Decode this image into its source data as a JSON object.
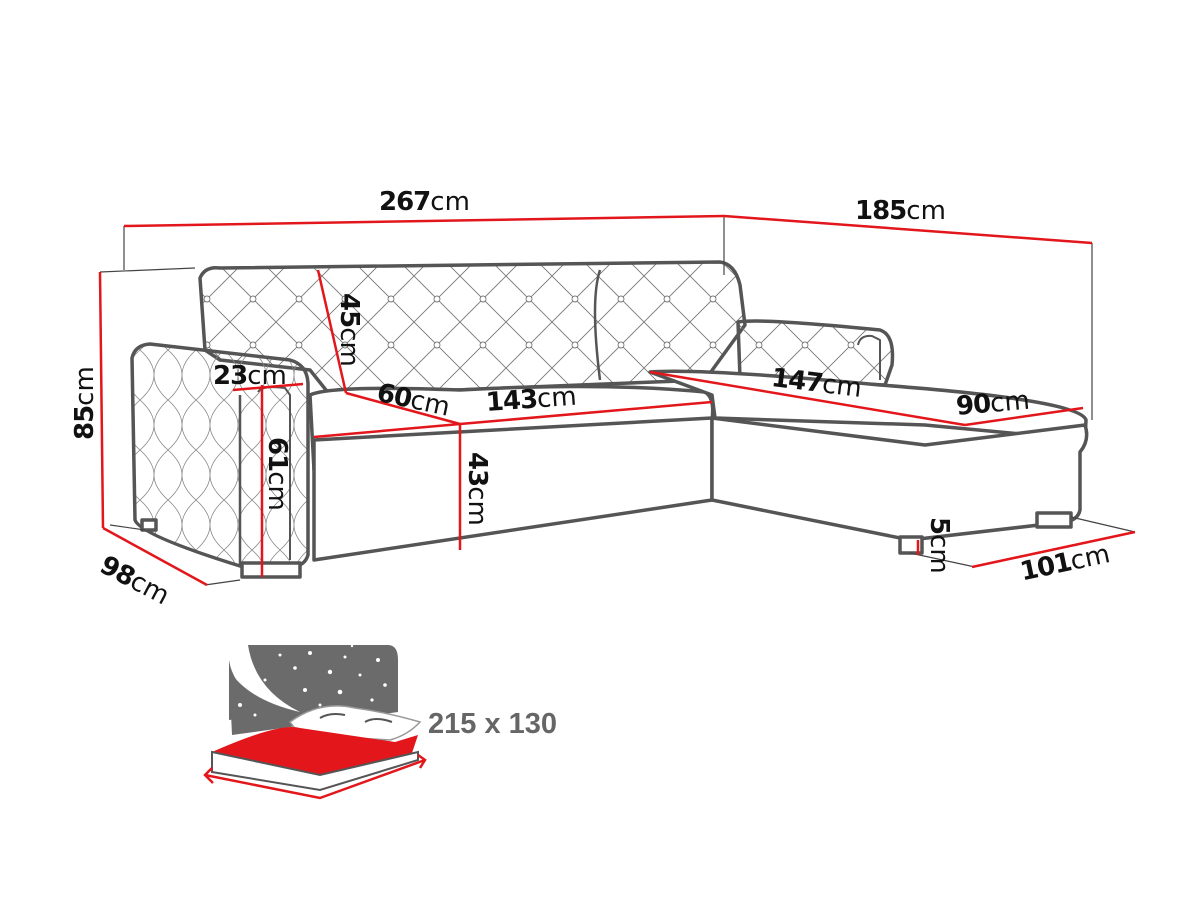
{
  "diagram": {
    "subject": "corner sofa dimensions",
    "unit": "cm",
    "colors": {
      "dimension_line": "#e2161b",
      "outline": "#555555",
      "text": "#111111",
      "bed_icon_gray": "#6b6b6b",
      "bed_label": "#666666"
    },
    "dimensions": {
      "total_width": {
        "value": "267",
        "unit": "cm"
      },
      "chaise_length": {
        "value": "185",
        "unit": "cm"
      },
      "height": {
        "value": "85",
        "unit": "cm"
      },
      "depth": {
        "value": "98",
        "unit": "cm"
      },
      "backrest_height": {
        "value": "45",
        "unit": "cm"
      },
      "armrest_width": {
        "value": "23",
        "unit": "cm"
      },
      "armrest_height": {
        "value": "61",
        "unit": "cm"
      },
      "seat_depth": {
        "value": "60",
        "unit": "cm"
      },
      "seat_width": {
        "value": "143",
        "unit": "cm"
      },
      "seat_height": {
        "value": "43",
        "unit": "cm"
      },
      "chaise_seat_length": {
        "value": "147",
        "unit": "cm"
      },
      "chaise_seat_width": {
        "value": "90",
        "unit": "cm"
      },
      "leg_height": {
        "value": "5",
        "unit": "cm"
      },
      "chaise_width": {
        "value": "101",
        "unit": "cm"
      }
    },
    "sleeping_area": {
      "label": "215 x 130",
      "icon": "bed-night-icon"
    }
  }
}
